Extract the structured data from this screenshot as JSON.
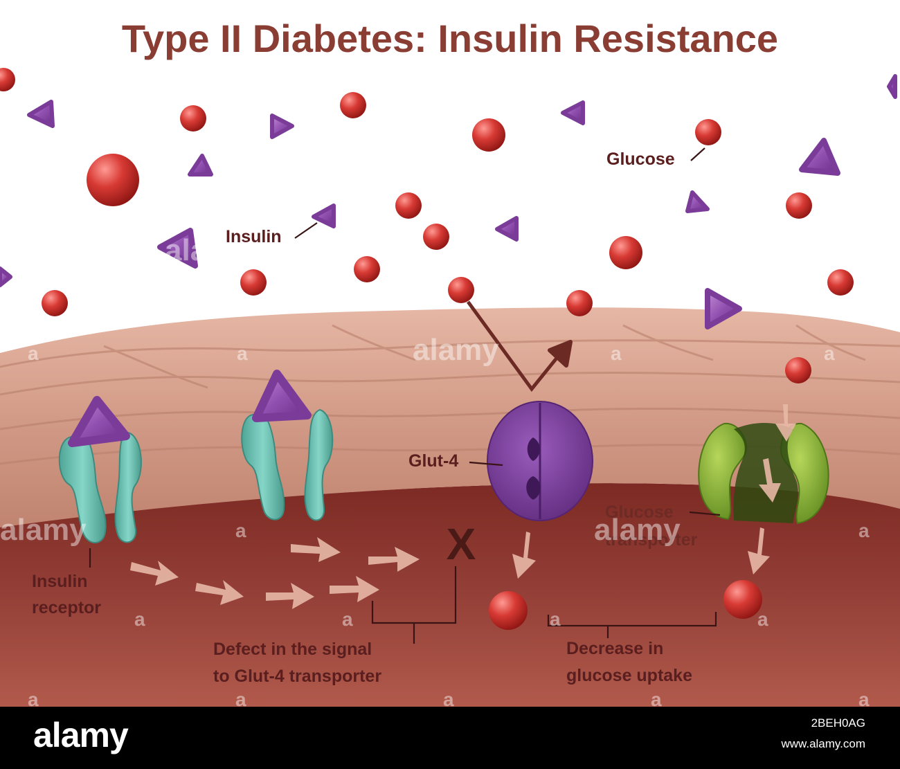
{
  "title": "Type II Diabetes: Insulin Resistance",
  "labels": {
    "glucose": "Glucose",
    "insulin": "Insulin",
    "glut4": "Glut-4",
    "glucose_transporter_line1": "Glucose",
    "glucose_transporter_line2": "transporter",
    "insulin_receptor_line1": "Insulin",
    "insulin_receptor_line2": "receptor",
    "defect_line1": "Defect in the signal",
    "defect_line2": "to Glut-4 transporter",
    "decrease_line1": "Decrease in",
    "decrease_line2": "glucose uptake",
    "blocked_mark": "X"
  },
  "watermark": {
    "brand": "alamy",
    "letter": "a"
  },
  "footer": {
    "logo": "alamy",
    "image_id": "2BEH0AG",
    "site": "www.alamy.com"
  },
  "colors": {
    "title": "#8a3d33",
    "glucose": "#c9302c",
    "insulin": "#8e4fa6",
    "insulin_receptor": "#6cc3b4",
    "glut4": "#7d3f9a",
    "glucose_transporter": "#8ab03a",
    "cell_membrane": "#d9a08c",
    "cytoplasm": "#8e3a32"
  }
}
